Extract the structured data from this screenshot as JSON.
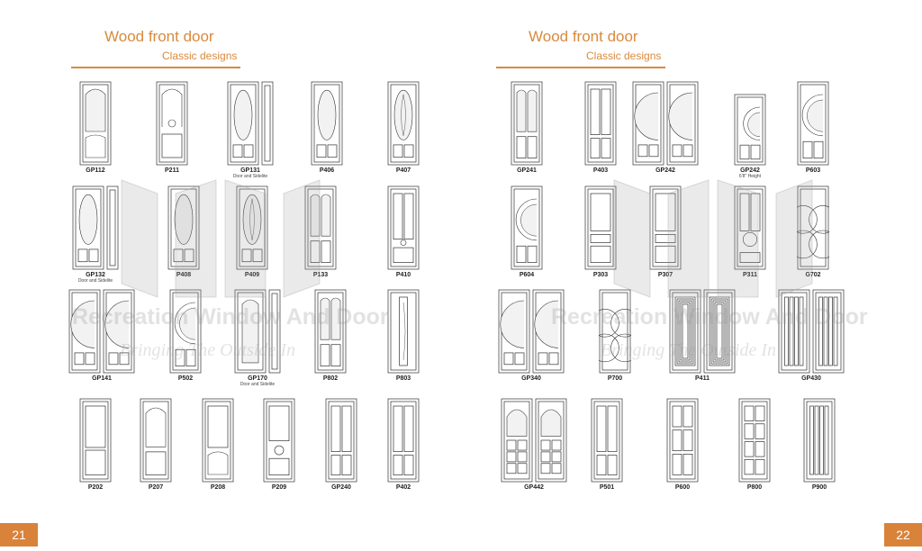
{
  "left": {
    "title": "Wood front door",
    "subtitle": "Classic designs",
    "page_number": "21",
    "rows": [
      [
        {
          "code": "GP112",
          "kind": "single",
          "style": "arch-glass"
        },
        {
          "code": "P211",
          "kind": "single",
          "style": "arch-carve"
        },
        {
          "code": "GP131",
          "note": "Door and Sidelite",
          "kind": "side",
          "style": "oval"
        },
        {
          "code": "P406",
          "kind": "single",
          "style": "oval"
        },
        {
          "code": "P407",
          "kind": "single",
          "style": "oval-deco"
        }
      ],
      [
        {
          "code": "GP132",
          "note": "Door and Sidelite",
          "kind": "side",
          "style": "oval"
        },
        {
          "code": "P408",
          "kind": "single",
          "style": "oval"
        },
        {
          "code": "P409",
          "kind": "single",
          "style": "oval-deco"
        },
        {
          "code": "P133",
          "kind": "single",
          "style": "twin-arch"
        },
        {
          "code": "P410",
          "kind": "single",
          "style": "knob"
        }
      ],
      [
        {
          "code": "GP141",
          "kind": "double",
          "style": "circle"
        },
        {
          "code": "P502",
          "kind": "single",
          "style": "half-circle"
        },
        {
          "code": "GP170",
          "note": "Door and Sidelite",
          "kind": "side",
          "style": "narrow"
        },
        {
          "code": "P802",
          "kind": "single",
          "style": "twin-arch"
        },
        {
          "code": "P803",
          "kind": "single",
          "style": "deco-strip"
        }
      ],
      [
        {
          "code": "P202",
          "kind": "single",
          "style": "two-panel"
        },
        {
          "code": "P207",
          "kind": "single",
          "style": "arch-two"
        },
        {
          "code": "P208",
          "kind": "single",
          "style": "wave-two"
        },
        {
          "code": "P209",
          "kind": "single",
          "style": "knob-two"
        },
        {
          "code": "GP240",
          "kind": "single",
          "style": "twin-tall"
        },
        {
          "code": "P402",
          "kind": "single",
          "style": "twin-tall"
        }
      ]
    ]
  },
  "right": {
    "title": "Wood front door",
    "subtitle": "Classic designs",
    "page_number": "22",
    "rows": [
      [
        {
          "code": "GP241",
          "kind": "single",
          "style": "twin-arch"
        },
        {
          "code": "P403",
          "kind": "single",
          "style": "twin-tall"
        },
        {
          "code": "GP242",
          "kind": "double",
          "style": "circle"
        },
        {
          "code": "GP242",
          "note": "6'8\" Height",
          "kind": "single",
          "style": "half-circle"
        },
        {
          "code": "P603",
          "kind": "single",
          "style": "half-circle"
        }
      ],
      [
        {
          "code": "P604",
          "kind": "single",
          "style": "half-circle"
        },
        {
          "code": "P303",
          "kind": "single",
          "style": "three-panel"
        },
        {
          "code": "P307",
          "kind": "single",
          "style": "three-panel"
        },
        {
          "code": "P311",
          "kind": "single",
          "style": "ring"
        },
        {
          "code": "G702",
          "kind": "single",
          "style": "rings"
        }
      ],
      [
        {
          "code": "GP340",
          "kind": "double",
          "style": "circle"
        },
        {
          "code": "P700",
          "kind": "single",
          "style": "rings"
        },
        {
          "code": "P411",
          "kind": "double",
          "style": "frame-lines"
        },
        {
          "code": "GP430",
          "kind": "double",
          "style": "stripes"
        }
      ],
      [
        {
          "code": "GP442",
          "kind": "double",
          "style": "arch-grid"
        },
        {
          "code": "P501",
          "kind": "single",
          "style": "twin-tall"
        },
        {
          "code": "P600",
          "kind": "single",
          "style": "six-panel"
        },
        {
          "code": "P800",
          "kind": "single",
          "style": "eight-panel"
        },
        {
          "code": "P900",
          "kind": "single",
          "style": "stripes"
        }
      ]
    ]
  },
  "watermark": {
    "line1": "Recreation Window And Door",
    "line2": "Bringing The Outside In"
  }
}
